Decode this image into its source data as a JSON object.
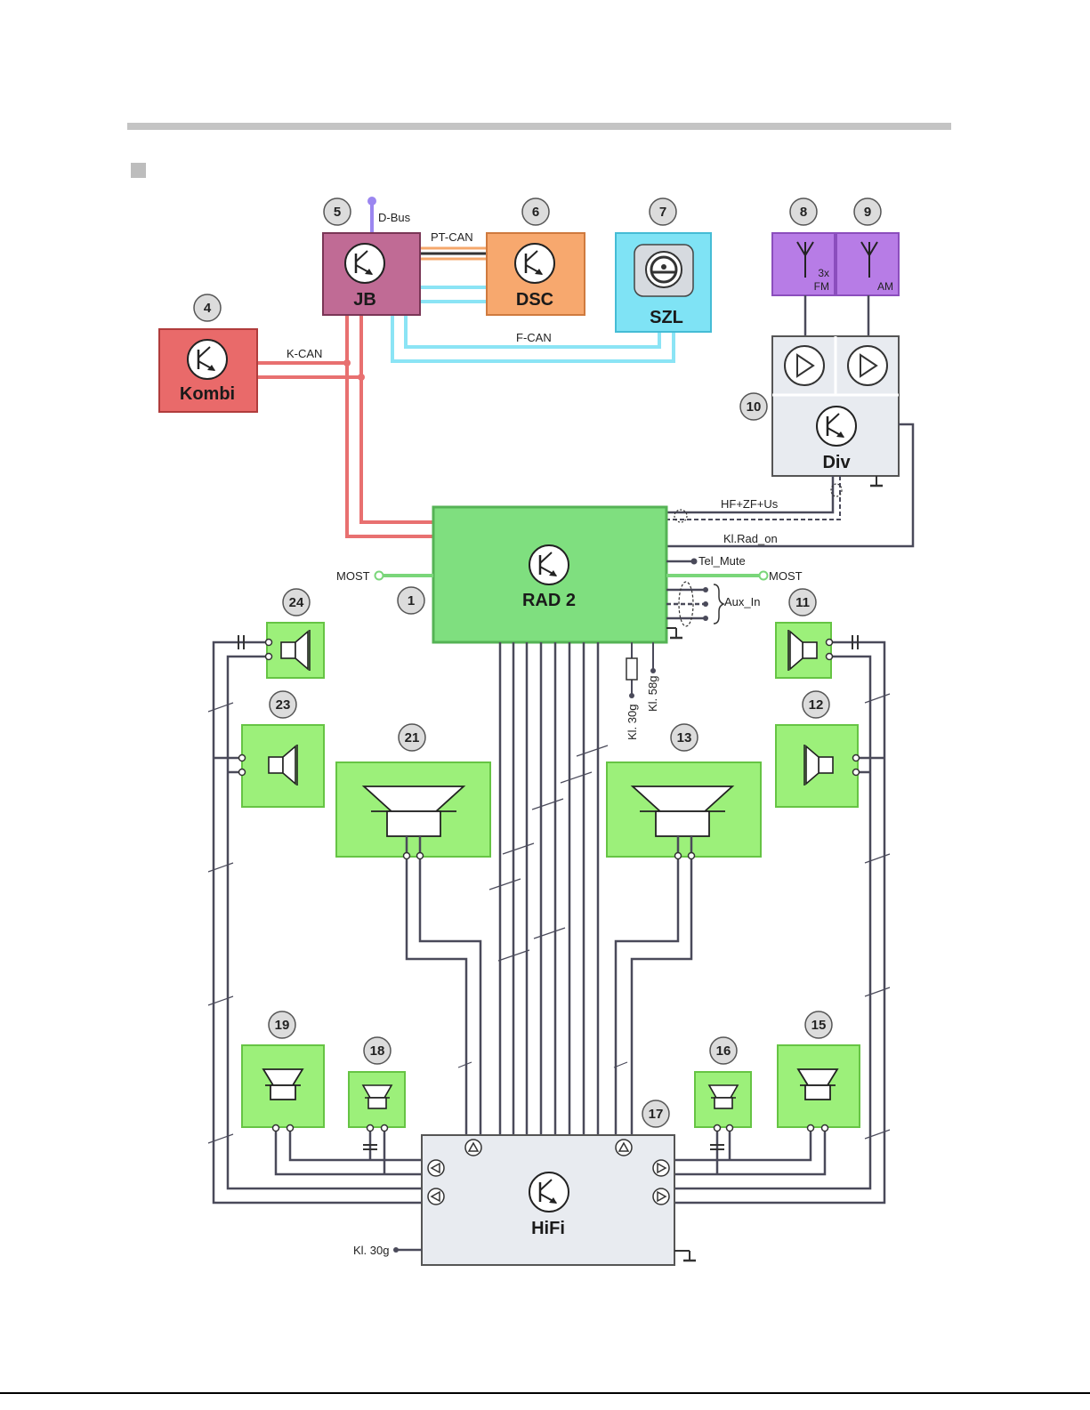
{
  "header": {
    "rule_color": "#c4c4c4"
  },
  "bus_labels": {
    "d_bus": "D-Bus",
    "pt_can": "PT-CAN",
    "k_can": "K-CAN",
    "f_can": "F-CAN",
    "hf": "HF+ZF+Us",
    "rad_on": "Kl.Rad_on",
    "tel_mute": "Tel_Mute",
    "most_left": "MOST",
    "most_right": "MOST",
    "aux_in": "Aux_In",
    "kl30g_rad": "Kl. 30g",
    "kl58g": "Kl. 58g",
    "kl30g_hifi": "Kl. 30g"
  },
  "modules": {
    "jb": "JB",
    "dsc": "DSC",
    "szl": "SZL",
    "kombi": "Kombi",
    "div": "Div",
    "rad2": "RAD 2",
    "hifi": "HiFi",
    "fm_count": "3x",
    "fm": "FM",
    "am": "AM"
  },
  "callouts": {
    "n1": "1",
    "n4": "4",
    "n5": "5",
    "n6": "6",
    "n7": "7",
    "n8": "8",
    "n9": "9",
    "n10": "10",
    "n11": "11",
    "n12": "12",
    "n13": "13",
    "n15": "15",
    "n16": "16",
    "n17": "17",
    "n18": "18",
    "n19": "19",
    "n21": "21",
    "n23": "23",
    "n24": "24"
  },
  "colors": {
    "jb": "#c06b95",
    "dsc": "#f7a86e",
    "szl": "#7fe3f5",
    "kombi": "#e96a6a",
    "antenna": "#b77ce6",
    "speaker": "#9cf07a",
    "rad": "#7fdf7f",
    "div": "#e8ebf0",
    "hifi": "#e8ebf0",
    "wire": "#4a4a5a",
    "kcan": "#e87070",
    "ptcan": "#f5a76b",
    "fcan": "#8be4f5",
    "most": "#7ad67a",
    "dbus": "#9b86f0"
  }
}
